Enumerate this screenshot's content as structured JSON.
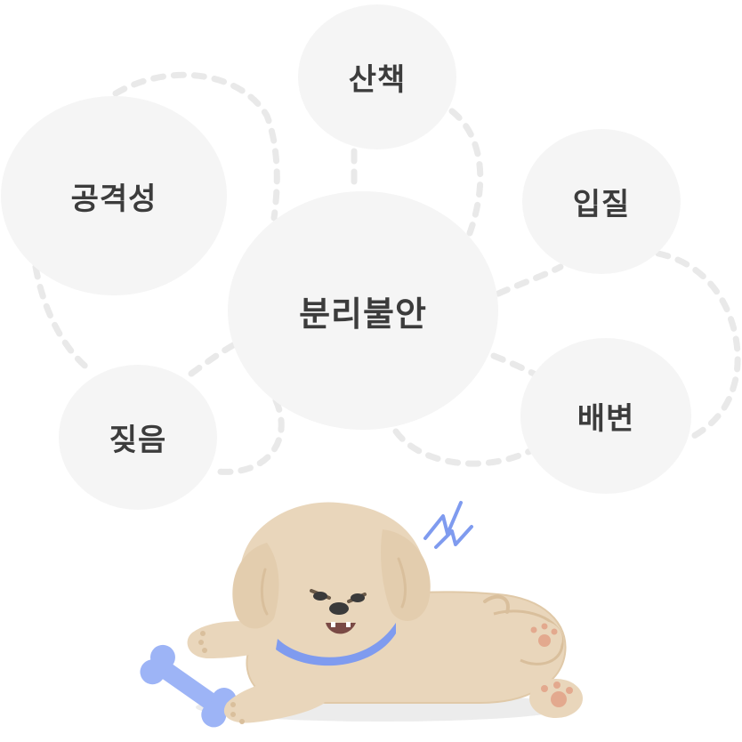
{
  "topics": {
    "center": "분리불안",
    "walk": "산책",
    "aggression": "공격성",
    "admission": "입질",
    "bark": "짖음",
    "potty": "배변"
  },
  "colors": {
    "bubble": "#f5f5f5",
    "dashed_line": "#e9e9e9",
    "label": "#3c3c3c",
    "dog_fur": "#e9d6bb",
    "dog_fur_dark": "#d9bf9c",
    "collar": "#7f9bef",
    "bone": "#9db4f6",
    "paw_pad": "#e3a98e",
    "angry_marks": "#7f9bef"
  },
  "illustration": {
    "subject": "angry-puppy-lying-with-bone"
  }
}
